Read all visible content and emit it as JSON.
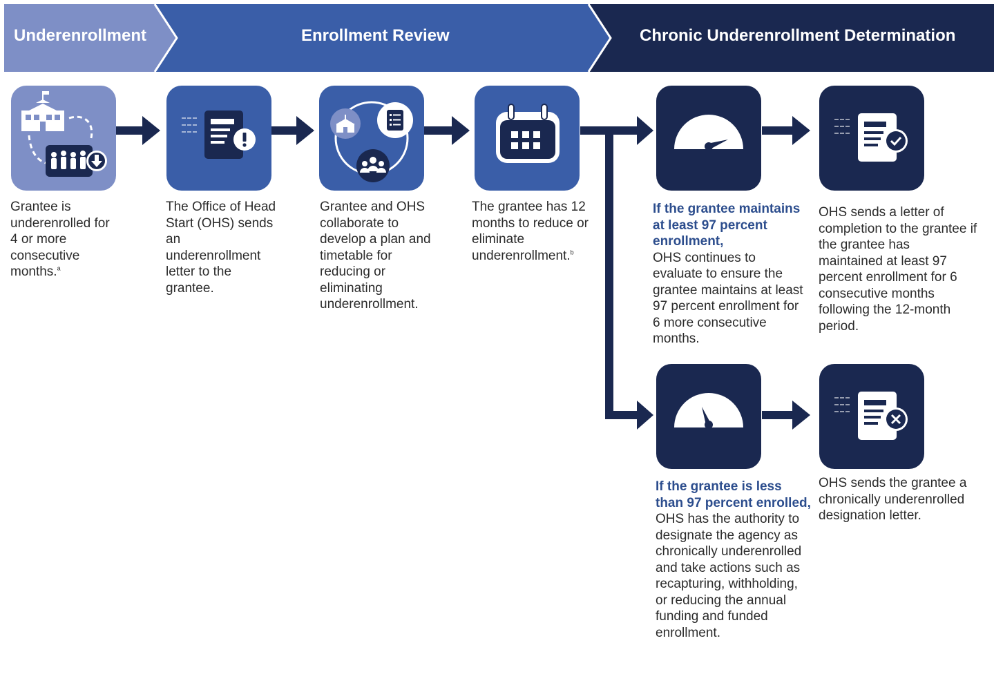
{
  "phases": {
    "underenrollment": "Underenrollment",
    "enrollment_review": "Enrollment Review",
    "determination": "Chronic Underenrollment Determination"
  },
  "steps": {
    "s1": {
      "text": "Grantee is underenrolled for 4 or more consecutive months.",
      "note": "a",
      "icon": "school-children-icon"
    },
    "s2": {
      "text": "The Office of Head Start (OHS) sends an underenrollment letter to the grantee.",
      "icon": "letter-alert-icon"
    },
    "s3": {
      "text": "Grantee and OHS collaborate to develop a plan and timetable for reducing or eliminating underenrollment.",
      "icon": "collaboration-cycle-icon"
    },
    "s4": {
      "text": "The grantee has 12 months to reduce or eliminate underenrollment.",
      "note": "b",
      "icon": "calendar-icon"
    },
    "s5": {
      "lead": "If the grantee maintains at least 97 percent enrollment,",
      "text": "OHS continues to evaluate to ensure the grantee maintains at least 97 percent enrollment for 6 more consecutive months.",
      "icon": "gauge-high-icon"
    },
    "s6": {
      "text": "OHS sends a letter of completion to the grantee if the grantee has maintained at least 97 percent enrollment for 6 consecutive months following the 12-month period.",
      "icon": "document-check-icon"
    },
    "s7": {
      "lead": "If the grantee is less than 97 percent enrolled,",
      "text": "OHS has the authority to designate the agency as chronically underenrolled and take actions such as recapturing, withholding, or reducing the annual funding and funded enrollment.",
      "icon": "gauge-low-icon"
    },
    "s8": {
      "text": "OHS sends the grantee a chronically underenrolled designation letter.",
      "icon": "document-x-icon"
    }
  },
  "colors": {
    "phase1": "#7e8fc6",
    "phase2": "#3a5ea8",
    "phase3": "#1a2850",
    "arrow": "#1a2850",
    "lead_text": "#2c4d8d"
  }
}
